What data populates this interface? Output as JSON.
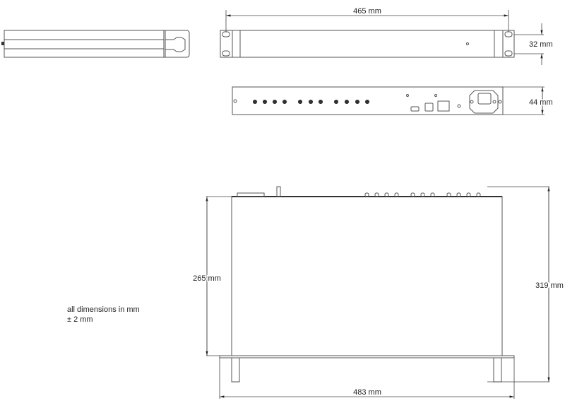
{
  "dimensions": {
    "width_front": "465 mm",
    "ear_hole_spacing": "32 mm",
    "height": "44 mm",
    "depth_body": "265 mm",
    "depth_total": "319 mm",
    "width_total": "483 mm"
  },
  "notes": {
    "line1": "all dimensions in mm",
    "line2": "± 2 mm"
  }
}
